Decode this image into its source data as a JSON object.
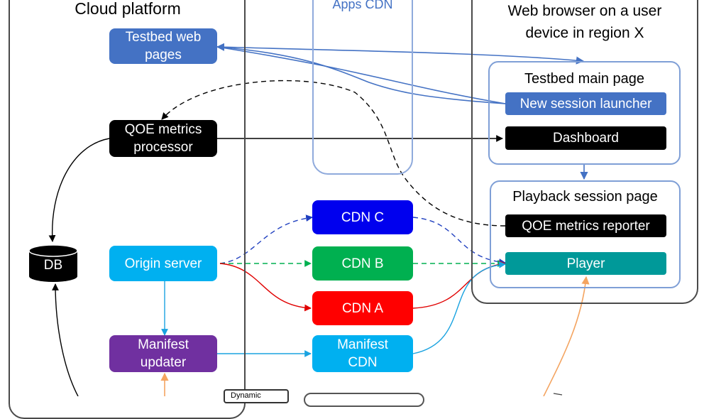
{
  "regions": {
    "cloud_platform": "Cloud platform",
    "apps_cdn": "Apps CDN",
    "web_browser": "Web browser on a user\ndevice in region X"
  },
  "panels": {
    "testbed_main_page": "Testbed main page",
    "playback_session_page": "Playback session page"
  },
  "nodes": {
    "testbed_web_pages": "Testbed web\npages",
    "qoe_metrics_processor": "QOE metrics\nprocessor",
    "db": "DB",
    "origin_server": "Origin server",
    "manifest_updater": "Manifest\nupdater",
    "cdn_c": "CDN C",
    "cdn_b": "CDN B",
    "cdn_a": "CDN A",
    "manifest_cdn": "Manifest\nCDN",
    "new_session_launcher": "New session launcher",
    "dashboard": "Dashboard",
    "qoe_metrics_reporter": "QOE metrics reporter",
    "player": "Player"
  },
  "bottom_partial": {
    "box1": "Dynamic"
  },
  "colors": {
    "blue_node": "#4472c4",
    "black_node": "#000000",
    "light_blue_node": "#00b0f0",
    "purple_node": "#7030a0",
    "cdn_c": "#0000ee",
    "cdn_b": "#00b050",
    "cdn_a": "#ff0000",
    "teal_player": "#009999",
    "orange_arrow": "#f4a460"
  }
}
